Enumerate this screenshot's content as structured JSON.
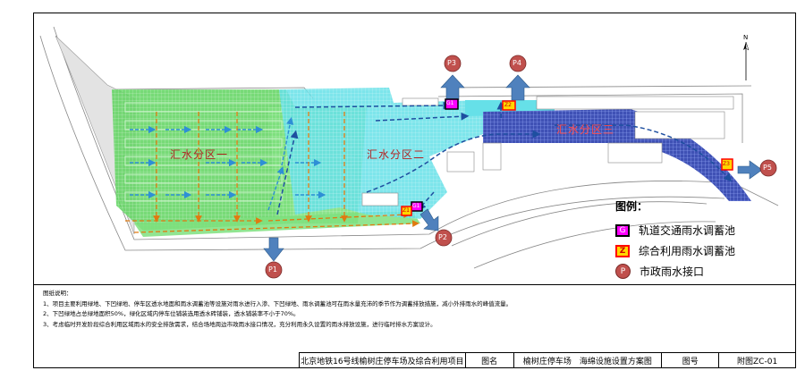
{
  "zones": {
    "zone1": "汇水分区一",
    "zone2": "汇水分区二",
    "zone3": "汇水分区三"
  },
  "points": {
    "p1": "P1",
    "p2": "P2",
    "p3": "P3",
    "p4": "P4",
    "p5": "P5",
    "g1_a": "G1",
    "g1_b": "G1",
    "z1": "Z1",
    "z2": "Z2",
    "z3": "Z3"
  },
  "north": "N",
  "legend": {
    "title": "图例：",
    "items": [
      {
        "symbol": "G",
        "label": "轨道交通雨水调蓄池",
        "color": "#ff00ff"
      },
      {
        "symbol": "Z",
        "label": "综合利用雨水调蓄池",
        "color": "#ffd700"
      },
      {
        "symbol": "P",
        "label": "市政雨水接口",
        "color": "#c0504d"
      }
    ]
  },
  "notes": {
    "title": "图纸说明：",
    "line1": "1、项目主要利用绿地、下凹绿地、停车区透水地面和雨水调蓄池等设施对雨水进行入渗、下凹绿地、雨水调蓄池可在雨水量充沛的季节作为调蓄排放措施，减小外排雨水的峰值流量。",
    "line2": "2、下凹绿地占总绿地面积50%，绿化区域内停车位铺装选用透水砖铺装，透水铺装率不小于70%。",
    "line3": "3、考虑临时开发阶段综合利用区域雨水的安全排放需求，结合场地周边市政雨水接口情况，充分利用永久设置的雨水排放设施，进行临时排水方案设计。"
  },
  "titleblock": {
    "project": "北京地铁16号线榆树庄停车场及综合利用项目",
    "name_label": "图名",
    "name": "榆树庄停车场　海绵设施设置方案图",
    "no_label": "图号",
    "no": "附图ZC-01"
  },
  "colors": {
    "zone1": "#5fd35f",
    "zone2": "#66e0e8",
    "zone3": "#3f51b5",
    "flow_orange": "#e07a10",
    "flow_blue": "#1e4fa0",
    "outlet_arrow": "#4f81bd"
  }
}
